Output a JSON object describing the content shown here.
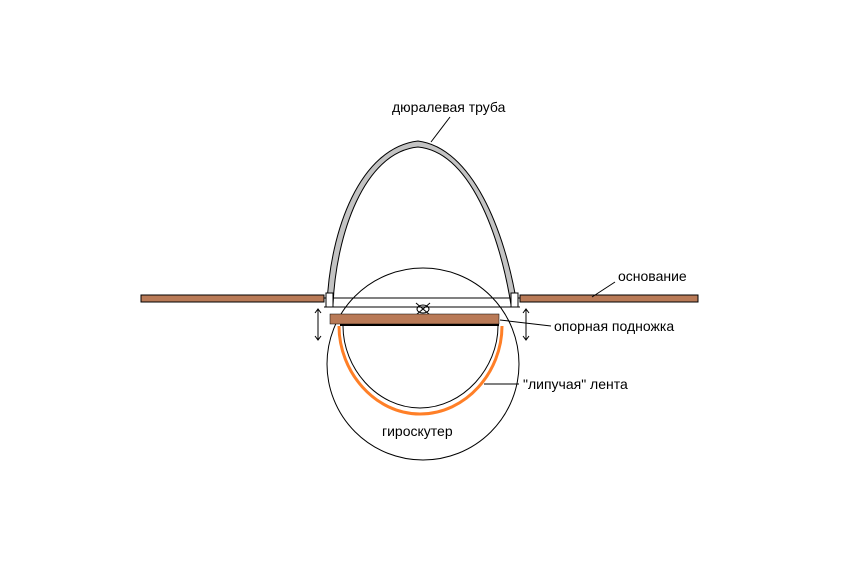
{
  "labels": {
    "tube": "дюралевая труба",
    "base": "основание",
    "footrest": "опорная подножка",
    "tape": "\"липучая\" лента",
    "scooter": "гироскутер"
  },
  "colors": {
    "base_fill": "#b97a57",
    "tube_fill": "#c3c3c3",
    "tape": "#ff7f27",
    "outline": "#000000"
  }
}
